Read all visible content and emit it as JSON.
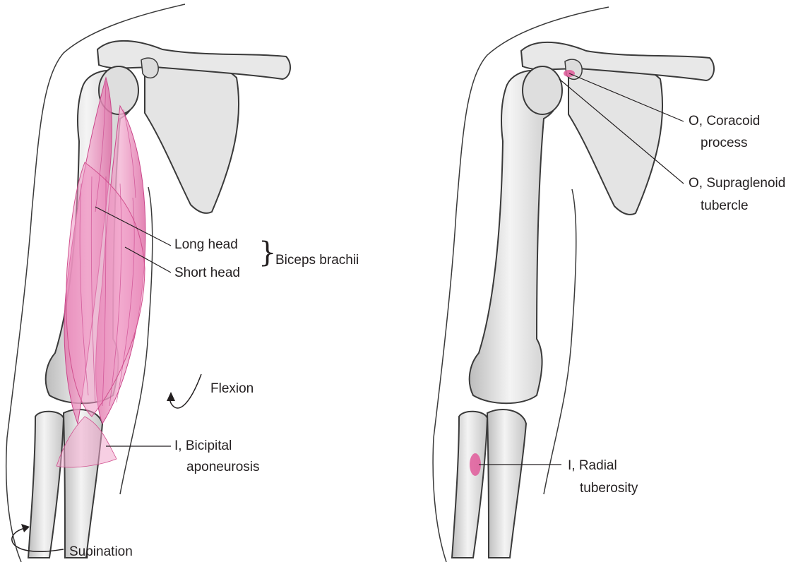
{
  "colors": {
    "bone_fill": "#e6e6e6",
    "bone_shade": "#bdbdbd",
    "outline": "#3a3a3a",
    "muscle": "#e882b4",
    "muscle_dark": "#d0508e",
    "leader_line": "#231f20"
  },
  "left_panel": {
    "labels": {
      "long_head": "Long head",
      "short_head": "Short head",
      "biceps_brachii": "Biceps brachii",
      "flexion": "Flexion",
      "bicipital_1": "I, Bicipital",
      "bicipital_2": "aponeurosis",
      "supination": "Supination"
    }
  },
  "right_panel": {
    "labels": {
      "coracoid_1": "O, Coracoid",
      "coracoid_2": "process",
      "supraglenoid_1": "O, Supraglenoid",
      "supraglenoid_2": "tubercle",
      "radial_1": "I, Radial",
      "radial_2": "tuberosity"
    }
  }
}
